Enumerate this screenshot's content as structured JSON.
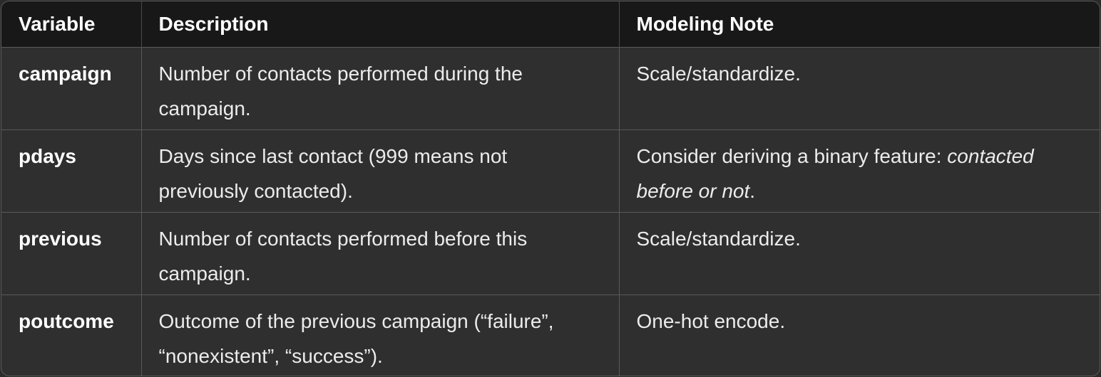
{
  "table": {
    "headers": [
      "Variable",
      "Description",
      "Modeling Note"
    ],
    "rows": [
      {
        "variable": "campaign",
        "description": "Number of contacts performed during the campaign.",
        "note": "Scale/standardize."
      },
      {
        "variable": "pdays",
        "description": "Days since last contact (999 means not previously contacted).",
        "note_prefix": "Consider deriving a binary feature: ",
        "note_emphasis": "contacted before or not",
        "note_suffix": "."
      },
      {
        "variable": "previous",
        "description": "Number of contacts performed before this campaign.",
        "note": "Scale/standardize."
      },
      {
        "variable": "poutcome",
        "description": "Outcome of the previous campaign (“failure”, “nonexistent”, “success”).",
        "note": "One-hot encode."
      }
    ]
  }
}
